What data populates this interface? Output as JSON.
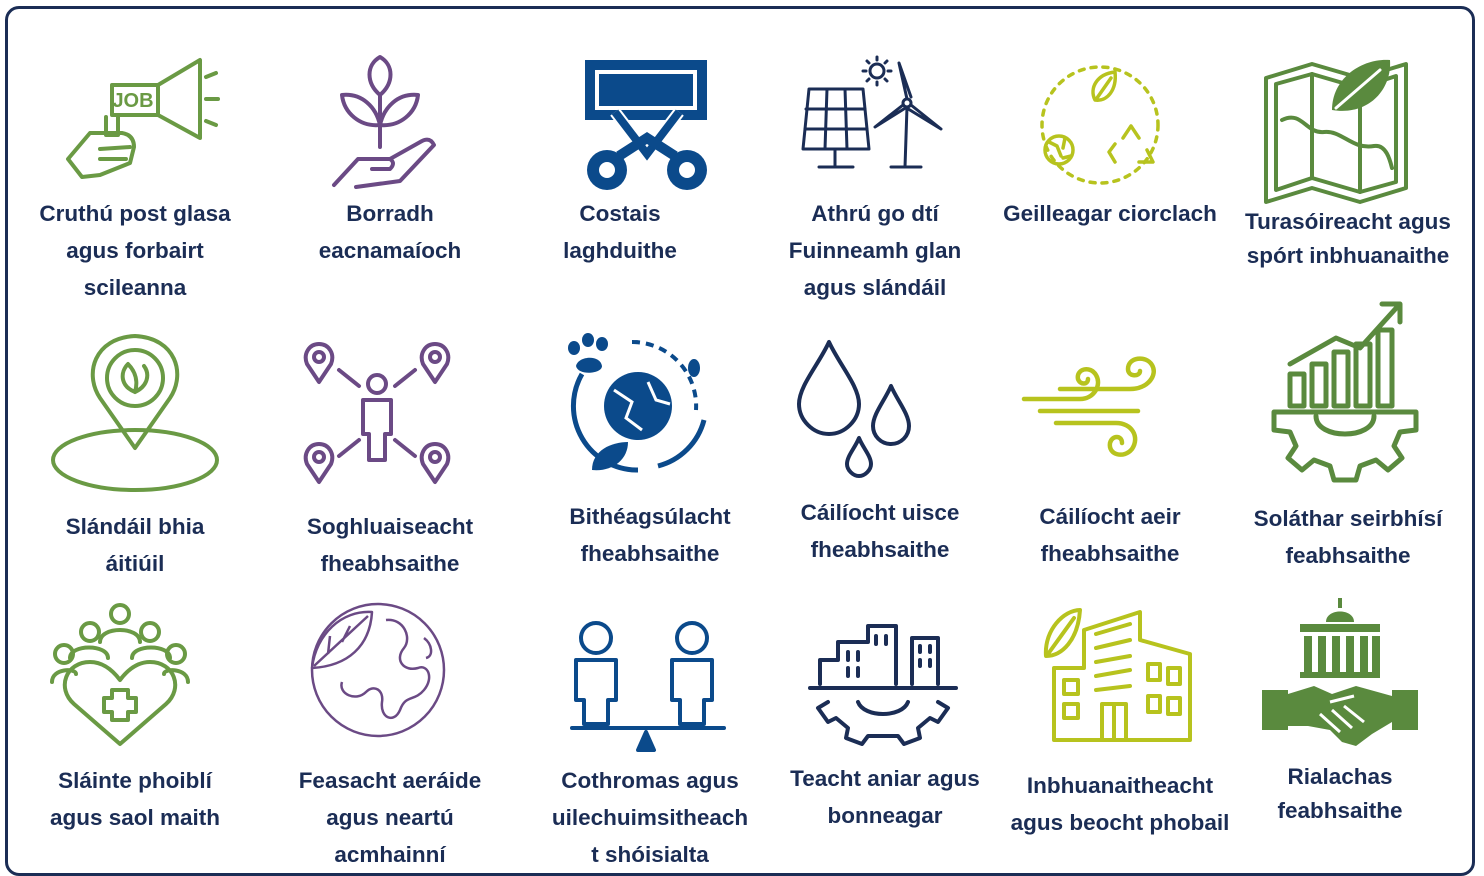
{
  "colors": {
    "frame": "#1b2d55",
    "text": "#1b2d55",
    "green": "#6a9a44",
    "purple": "#6b4a85",
    "navy": "#0b4a8b",
    "lime": "#b7c31e"
  },
  "tiles": [
    {
      "icon": "megaphone-job-icon",
      "lines": [
        "Cruthú post glasa",
        "agus forbairt",
        "scileanna"
      ],
      "job_text": "JOB"
    },
    {
      "icon": "hand-plant-icon",
      "lines": [
        "Borradh",
        "eacnamaíoch"
      ]
    },
    {
      "icon": "banknote-scissors-icon",
      "lines": [
        "Costais",
        "laghduithe"
      ]
    },
    {
      "icon": "solar-wind-icon",
      "lines": [
        "Athrú go dtí",
        "Fuinneamh glan",
        "agus slándáil"
      ]
    },
    {
      "icon": "circular-economy-icon",
      "lines": [
        "Geilleagar ciorclach"
      ]
    },
    {
      "icon": "map-leaf-icon",
      "lines": [
        "Turasóireacht agus",
        "spórt inbhuanaithe"
      ]
    },
    {
      "icon": "location-leaf-icon",
      "lines": [
        "Slándáil bhia",
        "áitiúil"
      ]
    },
    {
      "icon": "person-locations-icon",
      "lines": [
        "Soghluaiseacht",
        "fheabhsaithe"
      ]
    },
    {
      "icon": "biodiversity-globe-icon",
      "lines": [
        "Bithéagsúlacht",
        "fheabhsaithe"
      ]
    },
    {
      "icon": "water-drops-icon",
      "lines": [
        "Cáilíocht uisce",
        "fheabhsaithe"
      ]
    },
    {
      "icon": "wind-swirl-icon",
      "lines": [
        "Cáilíocht aeir",
        "fheabhsaithe"
      ]
    },
    {
      "icon": "growth-gear-icon",
      "lines": [
        "Soláthar seirbhísí",
        "feabhsaithe"
      ]
    },
    {
      "icon": "community-heart-icon",
      "lines": [
        "Sláinte phoiblí",
        "agus saol maith"
      ]
    },
    {
      "icon": "leaf-globe-icon",
      "lines": [
        "Feasacht aeráide",
        "agus neartú",
        "acmhainní"
      ]
    },
    {
      "icon": "balance-people-icon",
      "lines": [
        "Cothromas agus",
        "uilechuimsitheach",
        "t shóisialta"
      ]
    },
    {
      "icon": "city-gear-icon",
      "lines": [
        "Teacht aniar agus",
        "bonneagar"
      ]
    },
    {
      "icon": "green-building-icon",
      "lines": [
        "Inbhuanaitheacht",
        "agus beocht phobail"
      ]
    },
    {
      "icon": "government-handshake-icon",
      "lines": [
        "Rialachas",
        "feabhsaithe"
      ]
    }
  ]
}
